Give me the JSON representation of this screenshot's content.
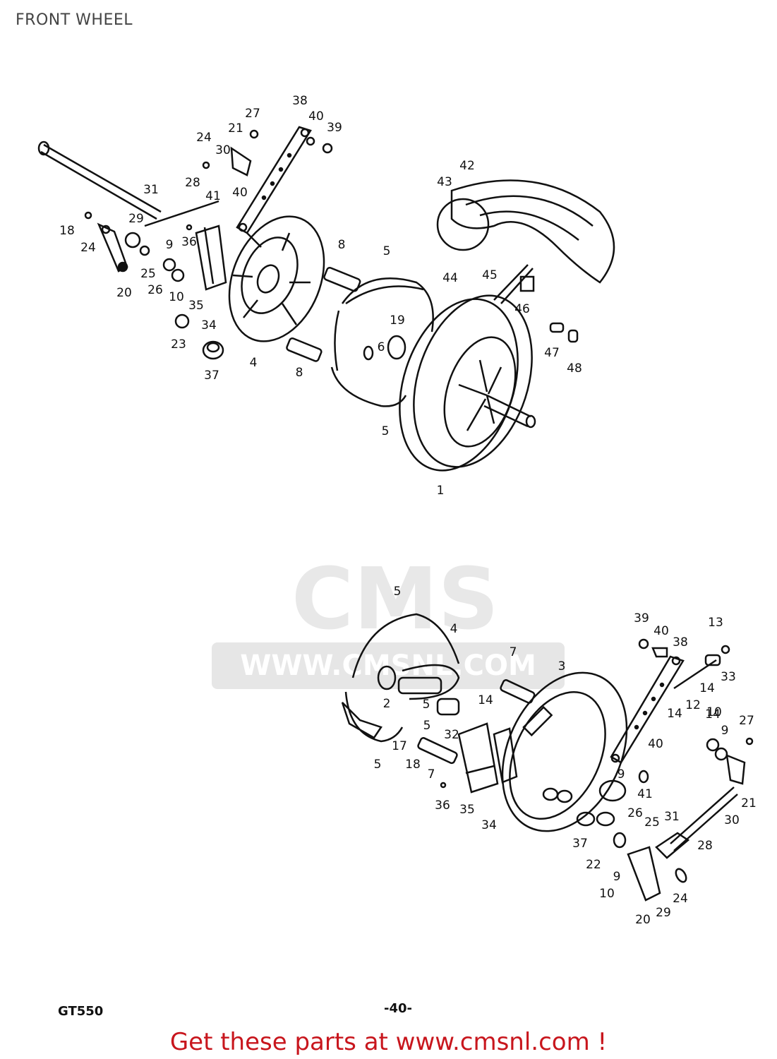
{
  "page": {
    "title": "FRONT WHEEL",
    "model_code": "GT550",
    "page_number": "-40-",
    "cta": "Get these parts at www.cmsnl.com !"
  },
  "watermark": {
    "brand": "CMS",
    "url": "WWW.CMSNL.COM",
    "color": "#e6e6e6"
  },
  "accent_color": "#c8161d",
  "callouts_upper": [
    "38",
    "27",
    "40",
    "39",
    "21",
    "24",
    "30",
    "31",
    "28",
    "41",
    "40",
    "18",
    "29",
    "24",
    "9",
    "36",
    "25",
    "26",
    "20",
    "10",
    "35",
    "34",
    "23",
    "37",
    "8",
    "5",
    "4",
    "8",
    "19",
    "6",
    "5",
    "43",
    "42",
    "44",
    "45",
    "46",
    "47",
    "48",
    "1"
  ],
  "callouts_lower": [
    "5",
    "4",
    "7",
    "3",
    "39",
    "40",
    "38",
    "13",
    "33",
    "14",
    "14",
    "12",
    "14",
    "10",
    "9",
    "27",
    "2",
    "14",
    "5",
    "5",
    "32",
    "40",
    "9",
    "17",
    "18",
    "7",
    "5",
    "36",
    "35",
    "34",
    "41",
    "26",
    "25",
    "31",
    "21",
    "30",
    "28",
    "37",
    "22",
    "9",
    "10",
    "20",
    "29",
    "24"
  ]
}
